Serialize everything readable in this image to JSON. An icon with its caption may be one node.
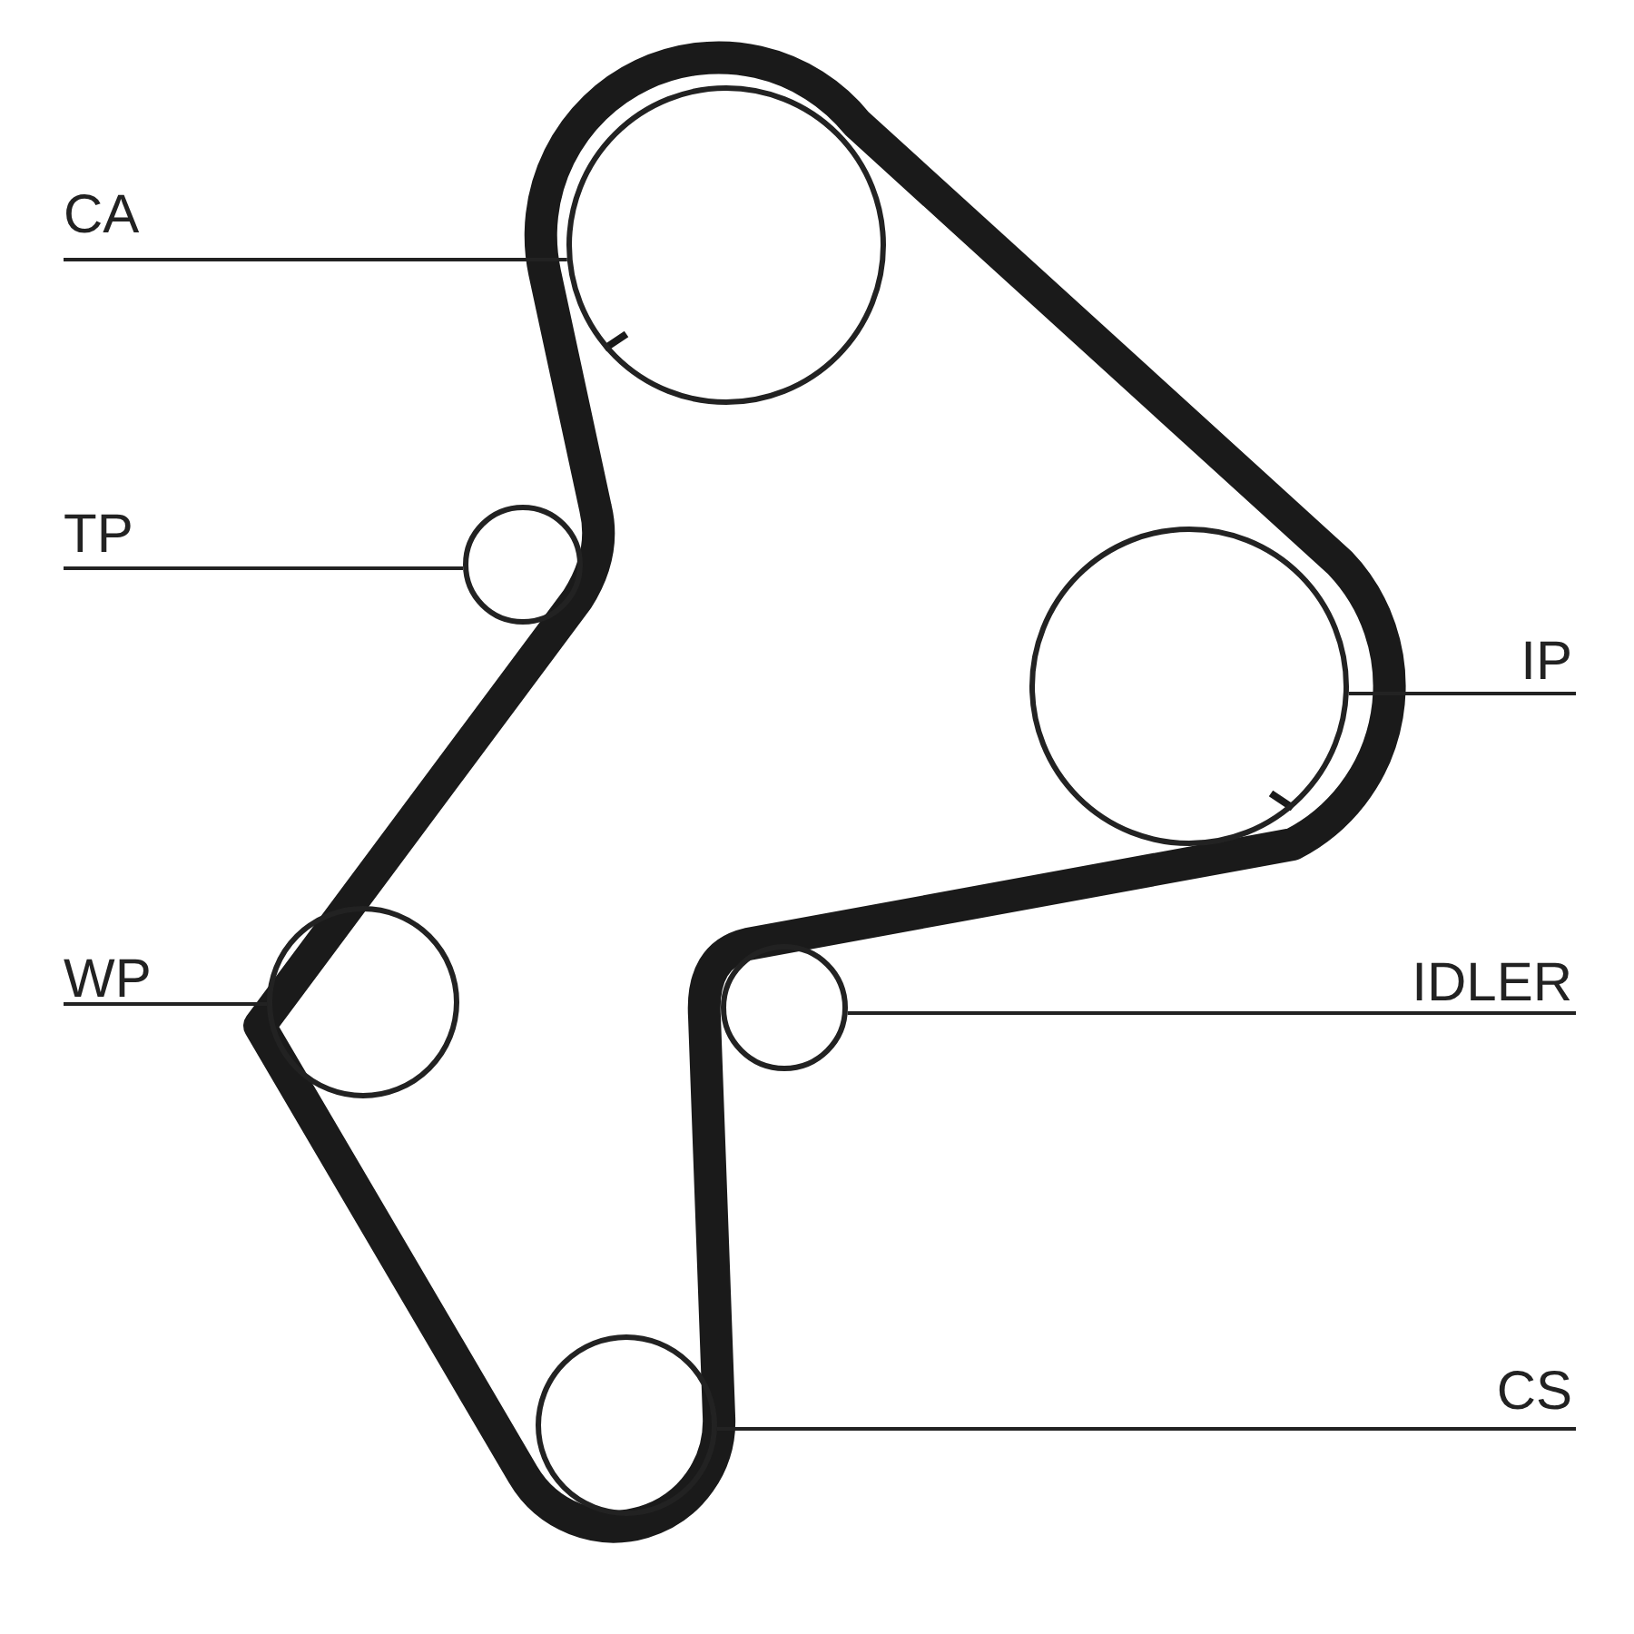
{
  "diagram": {
    "nodes": [
      {
        "text": [
          "CA"
        ]
      },
      {
        "text": [
          "TP"
        ]
      },
      {
        "text": [
          "IP"
        ]
      },
      {
        "text": [
          "WP"
        ]
      },
      {
        "text": [
          "IDLER"
        ]
      },
      {
        "text": [
          "CS"
        ]
      },
      {
        "text": [],
        "shape": "circle"
      },
      {
        "text": [],
        "shape": "circle"
      },
      {
        "text": [],
        "shape": "circle"
      },
      {
        "text": [],
        "shape": "circle"
      },
      {
        "text": [],
        "shape": "circle"
      },
      {
        "text": [],
        "shape": "circle"
      }
    ],
    "edges": [
      {
        "from": 0,
        "to": 6,
        "arrow": "none"
      },
      {
        "from": 1,
        "to": 7,
        "arrow": "none"
      },
      {
        "from": 2,
        "to": 8,
        "arrow": "none"
      },
      {
        "from": 3,
        "to": 9,
        "arrow": "none"
      },
      {
        "from": 4,
        "to": 10,
        "arrow": "none"
      },
      {
        "from": 5,
        "to": 11,
        "arrow": "none"
      }
    ]
  }
}
